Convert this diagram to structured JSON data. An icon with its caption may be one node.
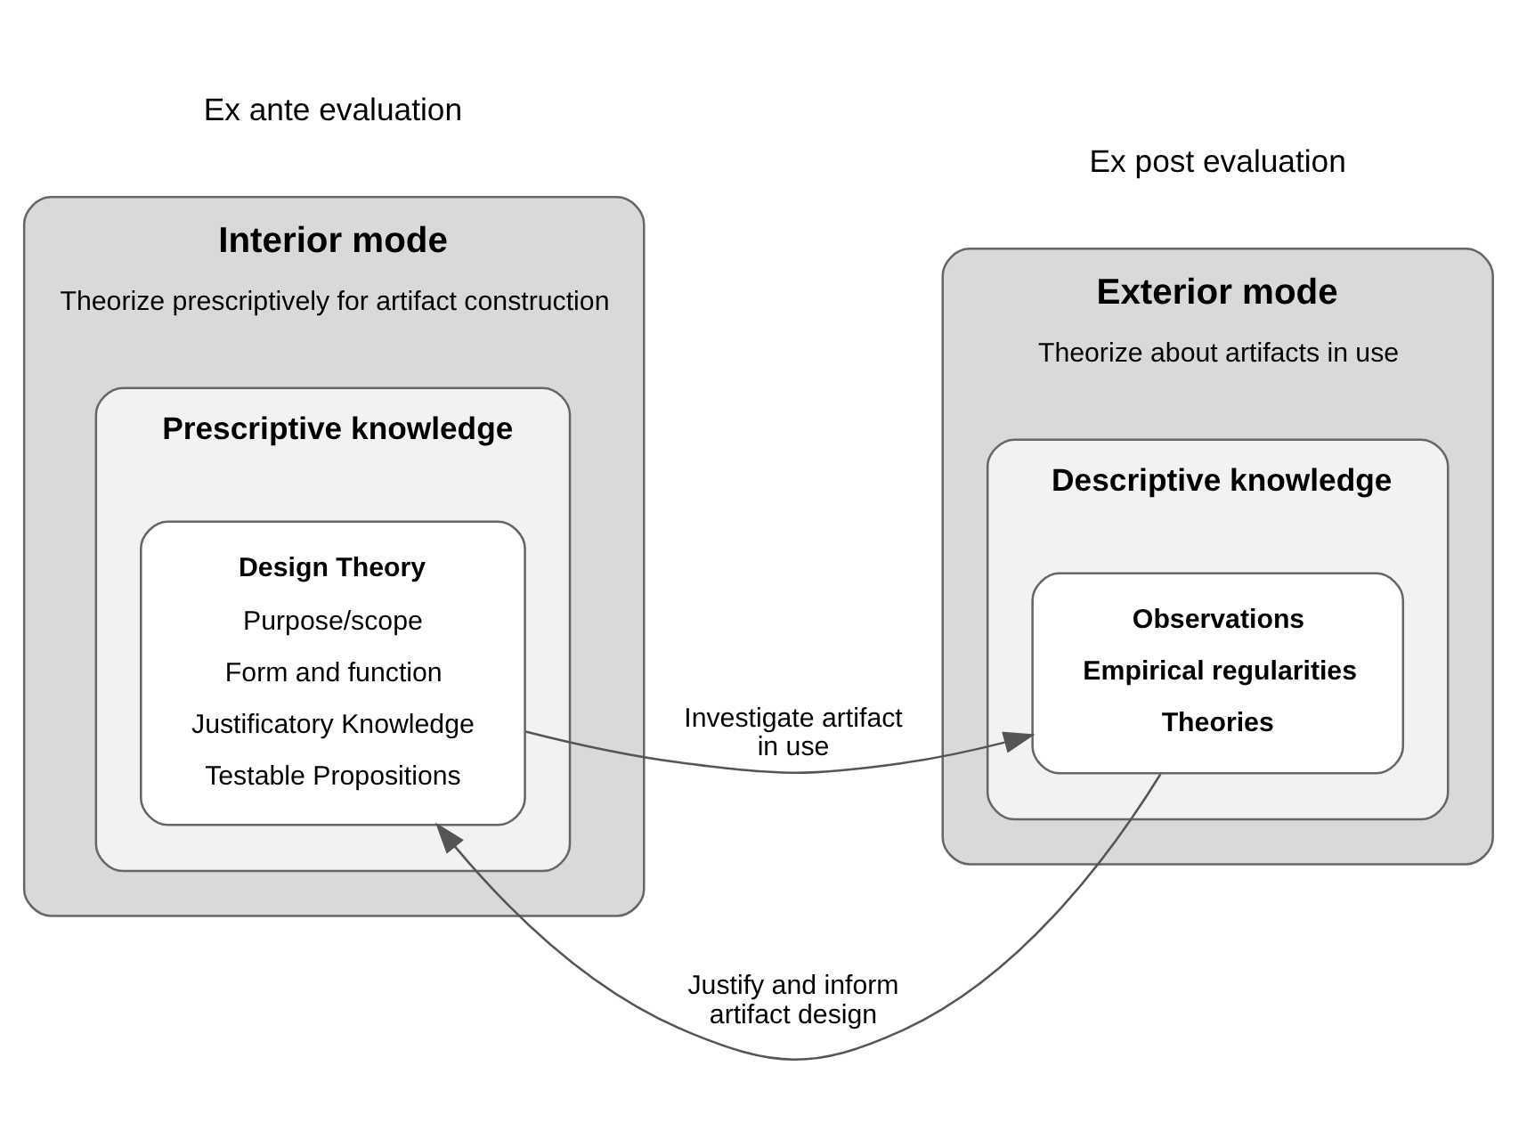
{
  "diagram": {
    "nodes": [
      {
        "text": [
          "Interior mode",
          "Theorize prescriptively for artifact construction"
        ]
      },
      {
        "text": [
          "Prescriptive knowledge"
        ],
        "in": 0
      },
      {
        "text": [
          "Design Theory",
          "Purpose/scope",
          "Form and function",
          "Justificatory Knowledge",
          "Testable Propositions"
        ],
        "in": 1
      },
      {
        "text": [
          "Exterior mode",
          "Theorize about artifacts in use"
        ]
      },
      {
        "text": [
          "Descriptive knowledge"
        ],
        "in": 3
      },
      {
        "text": [
          "Observations",
          "Empirical regularities",
          "Theories"
        ],
        "in": 4
      }
    ],
    "edges": [
      {
        "from": 5,
        "to": 2,
        "arrow": "to",
        "label": "Justify and inform artifact design"
      },
      {
        "from": 2,
        "to": 5,
        "arrow": "to",
        "label": "Investigate artifact in use"
      }
    ],
    "labels": [
      "Ex ante evaluation",
      "Ex post evaluation"
    ]
  }
}
